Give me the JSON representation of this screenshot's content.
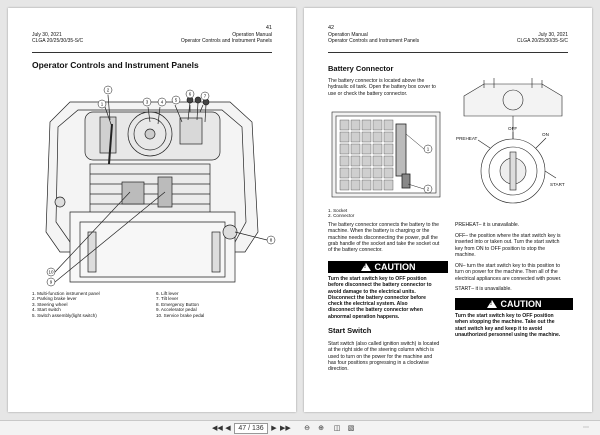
{
  "left_page": {
    "page_number": "41",
    "date": "July 30, 2021",
    "model": "CLGA 20/25/30/35-S/C",
    "manual": "Operation Manual",
    "section": "Operator Controls and Instrument Panels",
    "title": "Operator Controls and Instrument Panels",
    "callouts": [
      "1",
      "2",
      "3",
      "4",
      "5",
      "6",
      "7",
      "8",
      "9",
      "10"
    ],
    "legend_left": [
      "1. Multi-function instrument panel",
      "2. Parking brake lever",
      "3. Steering wheel",
      "4. Start switch",
      "5. Switch assembly(light switch)"
    ],
    "legend_right": [
      "6. Lift lever",
      "7. Tilt lever",
      "8. Emergency Button",
      "9. Accelerator pedal",
      "10. Service brake pedal"
    ]
  },
  "right_page": {
    "page_number": "42",
    "manual": "Operation Manual",
    "section": "Operator Controls and Instrument Panels",
    "date": "July 30, 2021",
    "model": "CLGA 20/25/30/35-S/C",
    "battery_title": "Battery Connector",
    "battery_intro": [
      "The battery connector is located above the",
      "hydraulic oil tank. Open the battery box cover to",
      "use or check the battery connector."
    ],
    "battery_legend": [
      "1.   Socket",
      "2.   Connector"
    ],
    "battery_body": [
      "The battery connector connects the battery to the",
      "machine. When the battery is charging or the",
      "machine needs disconnecting the power, pull the",
      "grab handle of the socket and take the socket out",
      "of the battery connector."
    ],
    "caution_label": "CAUTION",
    "caution1": [
      "Turn the start switch key to OFF position",
      "before disconnect the battery connector to",
      "avoid damage to the electrical units.",
      "Disconnect the battery connector before",
      "check the electrical system. Also",
      "disconnect the battery connector when",
      "abnormal operation happens."
    ],
    "start_title": "Start Switch",
    "start_body": [
      "Start switch (also called ignition switch) is located",
      "at the right side of the steering column which is",
      "used to turn on the power for the machine and",
      "has four positions progressing in a clockwise",
      "direction."
    ],
    "key_labels": {
      "preheat": "PREHEAT",
      "off": "OFF",
      "on": "ON",
      "start": "START"
    },
    "preheat_text": "PREHEAT– it is unavailable.",
    "off_text": [
      "OFF– the position where the start switch key is",
      "inserted into or taken out. Turn the start switch",
      "key from ON to OFF position to stop the",
      "machine."
    ],
    "on_text": [
      "ON– turn the start switch key to this position to",
      "turn on power for the machine. Then all of the",
      "electrical appliances are connected with power."
    ],
    "start_text": "START– it is unavailable.",
    "caution2": [
      "Turn the start switch key to OFF position",
      "when stopping the machine. Take out the",
      "start switch key and keep it to avoid",
      "unauthorized personnel using the machine."
    ]
  },
  "statusbar": {
    "current_page": "47",
    "total_pages": "136",
    "separator": "/"
  }
}
